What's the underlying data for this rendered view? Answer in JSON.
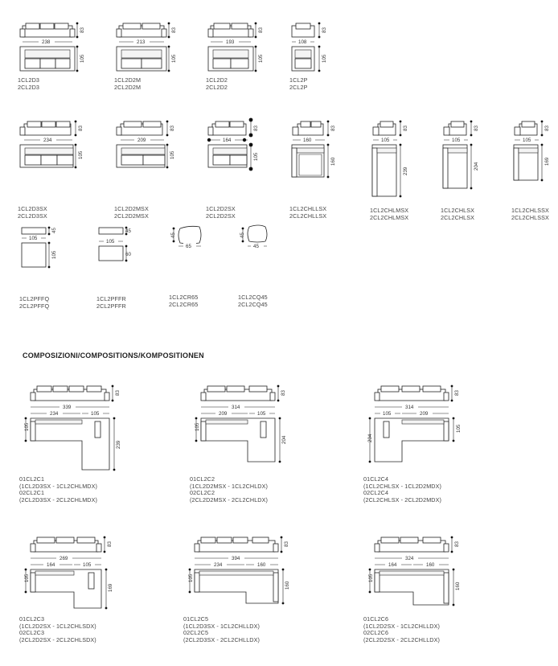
{
  "modules": [
    {
      "id": "m1",
      "w": "238",
      "h": "83",
      "d": "105",
      "codes": [
        "1CL2D3",
        "2CL2D3"
      ]
    },
    {
      "id": "m2",
      "w": "213",
      "h": "83",
      "d": "105",
      "codes": [
        "1CL2D2M",
        "2CL2D2M"
      ]
    },
    {
      "id": "m3",
      "w": "193",
      "h": "83",
      "d": "105",
      "codes": [
        "1CL2D2",
        "2CL2D2"
      ]
    },
    {
      "id": "m4",
      "w": "108",
      "h": "83",
      "d": "105",
      "codes": [
        "1CL2P",
        "2CL2P"
      ]
    },
    {
      "id": "m5",
      "w": "234",
      "h": "83",
      "d": "105",
      "codes": [
        "1CL2D3SX",
        "2CL2D3SX"
      ]
    },
    {
      "id": "m6",
      "w": "209",
      "h": "83",
      "d": "105",
      "codes": [
        "1CL2D2MSX",
        "2CL2D2MSX"
      ]
    },
    {
      "id": "m7",
      "w": "164",
      "h": "83",
      "d": "105",
      "codes": [
        "1CL2D2SX",
        "2CL2D2SX"
      ]
    },
    {
      "id": "m8",
      "w": "160",
      "h": "83",
      "d": "160",
      "codes": [
        "1CL2CHLLSX",
        "2CL2CHLLSX"
      ]
    },
    {
      "id": "m9",
      "w": "105",
      "h": "83",
      "d": "239",
      "codes": [
        "1CL2CHLMSX",
        "2CL2CHLMSX"
      ]
    },
    {
      "id": "m10",
      "w": "105",
      "h": "83",
      "d": "204",
      "codes": [
        "1CL2CHLSX",
        "2CL2CHLSX"
      ]
    },
    {
      "id": "m11",
      "w": "105",
      "h": "83",
      "d": "169",
      "codes": [
        "1CL2CHLSSX",
        "2CL2CHLSSX"
      ]
    },
    {
      "id": "m12",
      "w": "105",
      "h": "45",
      "d": "105",
      "codes": [
        "1CL2PFFQ",
        "2CL2PFFQ"
      ]
    },
    {
      "id": "m13",
      "w": "105",
      "h": "45",
      "d": "60",
      "codes": [
        "1CL2PFFR",
        "2CL2PFFR"
      ]
    },
    {
      "id": "m14",
      "w": "65",
      "h": "45",
      "codes": [
        "1CL2CR65",
        "2CL2CR65"
      ]
    },
    {
      "id": "m15",
      "w": "45",
      "h": "45",
      "codes": [
        "1CL2CQ45",
        "2CL2CQ45"
      ]
    }
  ],
  "section_title": "COMPOSIZIONI/COMPOSITIONS/KOMPOSITIONEN",
  "compositions": [
    {
      "id": "c1",
      "top": "339",
      "h": "83",
      "left": "234",
      "right": "105",
      "depth": "105",
      "chaise": "239",
      "codes": [
        "01CL2C1",
        "(1CL2D3SX - 1CL2CHLMDX)",
        "02CL2C1",
        "(2CL2D3SX - 2CL2CHLMDX)"
      ]
    },
    {
      "id": "c2",
      "top": "314",
      "h": "83",
      "left": "209",
      "right": "105",
      "depth": "105",
      "chaise": "204",
      "codes": [
        "01CL2C2",
        "(1CL2D2MSX - 1CL2CHLDX)",
        "02CL2C2",
        "(2CL2D2MSX - 2CL2CHLDX)"
      ]
    },
    {
      "id": "c3",
      "top": "314",
      "h": "83",
      "left": "105",
      "right": "209",
      "depth": "105",
      "chaise": "204",
      "codes": [
        "01CL2C4",
        "(1CL2CHLSX - 1CL2D2MDX)",
        "02CL2C4",
        "(2CL2CHLSX - 2CL2D2MDX)"
      ]
    },
    {
      "id": "c4",
      "top": "269",
      "h": "83",
      "left": "164",
      "right": "105",
      "depth": "105",
      "chaise": "169",
      "codes": [
        "01CL2C3",
        "(1CL2D2SX - 1CL2CHLSDX)",
        "02CL2C3",
        "(2CL2D2SX - 2CL2CHLSDX)"
      ]
    },
    {
      "id": "c5",
      "top": "394",
      "h": "83",
      "left": "234",
      "right": "160",
      "depth": "105",
      "chaise": "160",
      "codes": [
        "01CL2C5",
        "(1CL2D3SX - 1CL2CHLLDX)",
        "02CL2C5",
        "(2CL2D3SX - 2CL2CHLLDX)"
      ]
    },
    {
      "id": "c6",
      "top": "324",
      "h": "83",
      "left": "164",
      "right": "160",
      "depth": "105",
      "chaise": "160",
      "codes": [
        "01CL2C6",
        "(1CL2D2SX - 1CL2CHLLDX)",
        "02CL2C6",
        "(2CL2D2SX - 2CL2CHLLDX)"
      ]
    }
  ]
}
